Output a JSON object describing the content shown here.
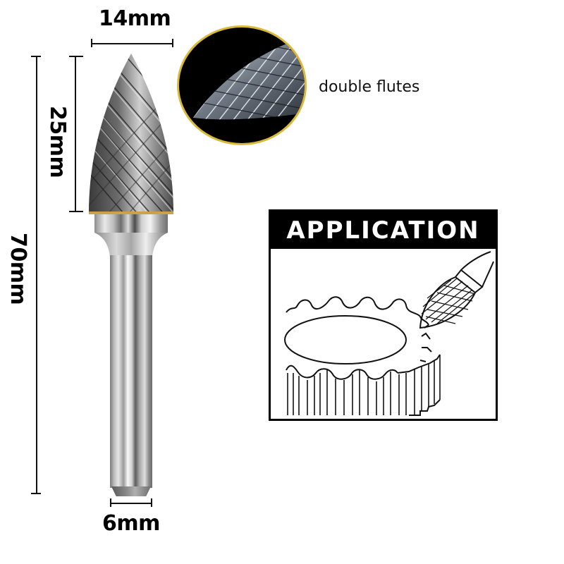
{
  "dimensions": {
    "head_width": "14mm",
    "head_length": "25mm",
    "overall_length": "70mm",
    "shank_diameter": "6mm"
  },
  "callout": {
    "label": "double flutes",
    "border_color": "#d9b93a"
  },
  "application": {
    "title": "APPLICATION"
  },
  "colors": {
    "dimension_line": "#111111",
    "header_bg": "#000000",
    "header_text": "#ffffff",
    "background": "#ffffff"
  }
}
